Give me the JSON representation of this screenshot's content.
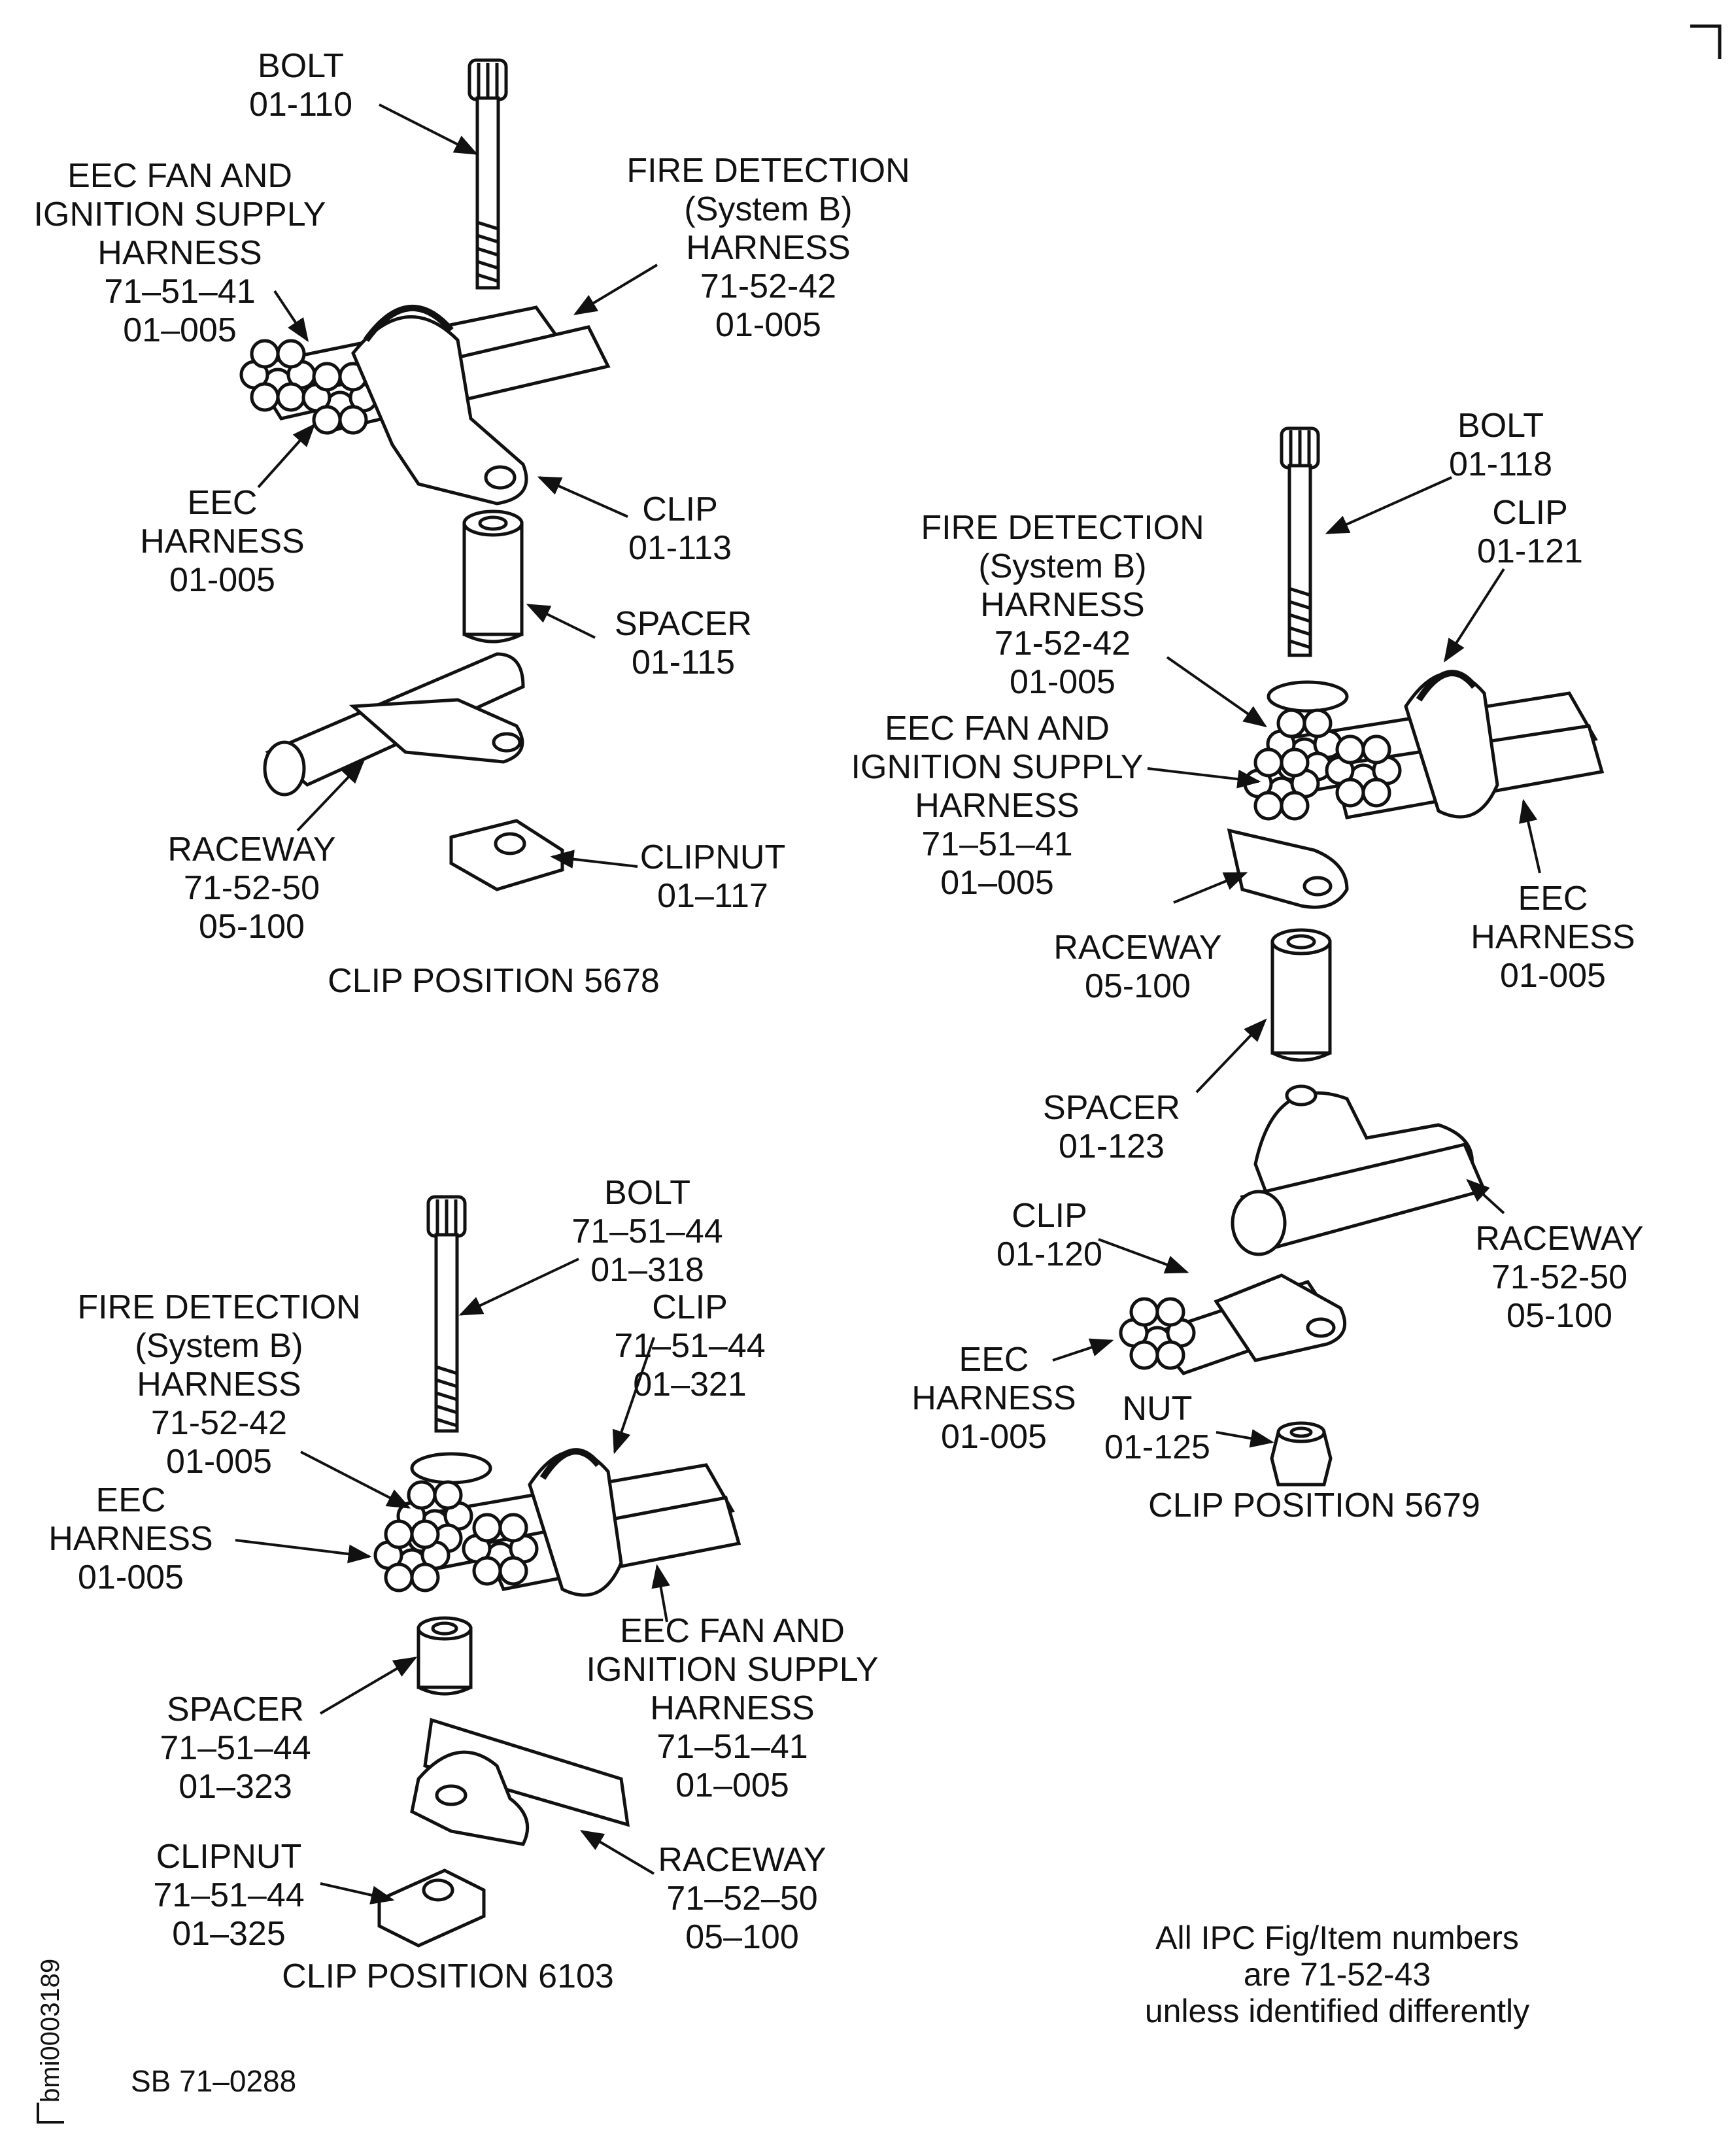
{
  "colors": {
    "ink": "#111111",
    "paper": "#ffffff",
    "shade": "#d9d9d9"
  },
  "pos5678": {
    "bolt": [
      "BOLT",
      "01-110"
    ],
    "eec_fan": [
      "EEC FAN AND",
      "IGNITION SUPPLY",
      "HARNESS",
      "71–51–41",
      "01–005"
    ],
    "fire": [
      "FIRE DETECTION",
      "(System B)",
      "HARNESS",
      "71-52-42",
      "01-005"
    ],
    "eec": [
      "EEC",
      "HARNESS",
      "01-005"
    ],
    "clip": [
      "CLIP",
      "01-113"
    ],
    "spacer": [
      "SPACER",
      "01-115"
    ],
    "raceway": [
      "RACEWAY",
      "71-52-50",
      "05-100"
    ],
    "clipnut": [
      "CLIPNUT",
      "01–117"
    ],
    "caption": "CLIP POSITION 5678"
  },
  "pos5679": {
    "bolt": [
      "BOLT",
      "01-118"
    ],
    "clip_top": [
      "CLIP",
      "01-121"
    ],
    "fire": [
      "FIRE DETECTION",
      "(System B)",
      "HARNESS",
      "71-52-42",
      "01-005"
    ],
    "eec_fan": [
      "EEC FAN AND",
      "IGNITION SUPPLY",
      "HARNESS",
      "71–51–41",
      "01–005"
    ],
    "eec_right": [
      "EEC",
      "HARNESS",
      "01-005"
    ],
    "raceway_small": [
      "RACEWAY",
      "05-100"
    ],
    "spacer": [
      "SPACER",
      "01-123"
    ],
    "clip_low": [
      "CLIP",
      "01-120"
    ],
    "raceway_big": [
      "RACEWAY",
      "71-52-50",
      "05-100"
    ],
    "eec_low": [
      "EEC",
      "HARNESS",
      "01-005"
    ],
    "nut": [
      "NUT",
      "01-125"
    ],
    "caption": "CLIP POSITION 5679"
  },
  "pos6103": {
    "bolt": [
      "BOLT",
      "71–51–44",
      "01–318"
    ],
    "clip": [
      "CLIP",
      "71–51–44",
      "01–321"
    ],
    "fire": [
      "FIRE DETECTION",
      "(System B)",
      "HARNESS",
      "71-52-42",
      "01-005"
    ],
    "eec": [
      "EEC",
      "HARNESS",
      "01-005"
    ],
    "eec_fan": [
      "EEC FAN AND",
      "IGNITION SUPPLY",
      "HARNESS",
      "71–51–41",
      "01–005"
    ],
    "spacer": [
      "SPACER",
      "71–51–44",
      "01–323"
    ],
    "clipnut": [
      "CLIPNUT",
      "71–51–44",
      "01–325"
    ],
    "raceway": [
      "RACEWAY",
      "71–52–50",
      "05–100"
    ],
    "caption": "CLIP POSITION 6103"
  },
  "note": [
    "All IPC Fig/Item numbers",
    "are 71-52-43",
    "unless identified differently"
  ],
  "sb": "SB 71–0288",
  "doc_id": "bmi0003189"
}
